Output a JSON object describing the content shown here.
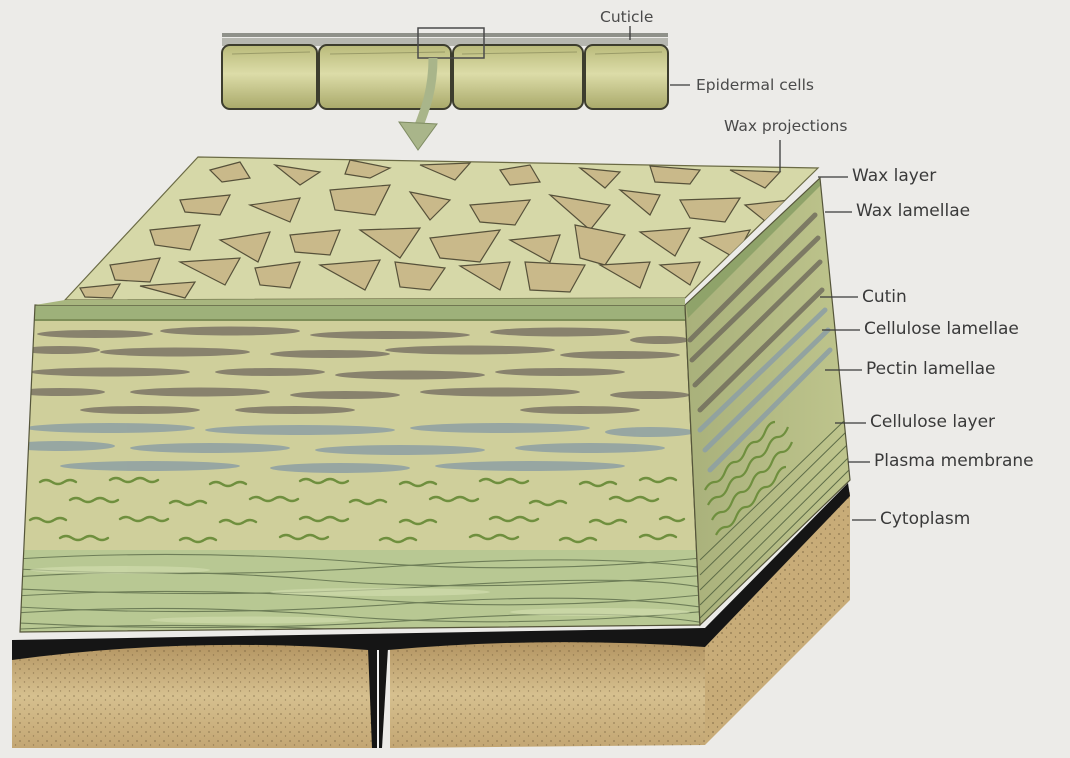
{
  "diagram": {
    "labels": {
      "cuticle": "Cuticle",
      "epidermal_cells": "Epidermal cells",
      "wax_projections": "Wax projections",
      "wax_layer": "Wax layer",
      "wax_lamellae": "Wax lamellae",
      "cutin": "Cutin",
      "cellulose_lamellae": "Cellulose lamellae",
      "pectin_lamellae": "Pectin lamellae",
      "cellulose_layer": "Cellulose layer",
      "plasma_membrane": "Plasma membrane",
      "cytoplasm": "Cytoplasm"
    },
    "colors": {
      "background": "#ecebe8",
      "wax_surface": "#d6d8a8",
      "wax_flake": "#c9b98a",
      "wax_lamellae_band": "#9eb17a",
      "cutin_body": "#c7c694",
      "cutin_streak": "#7c7566",
      "cellulose_lamellae": "#8ea0a4",
      "pectin_lamellae": "#6f8f3e",
      "cellulose_layer": "#b8c893",
      "plasma_membrane": "#151515",
      "cytoplasm": "#c9ae7e",
      "epidermal_cell": "#cfcf95"
    }
  }
}
